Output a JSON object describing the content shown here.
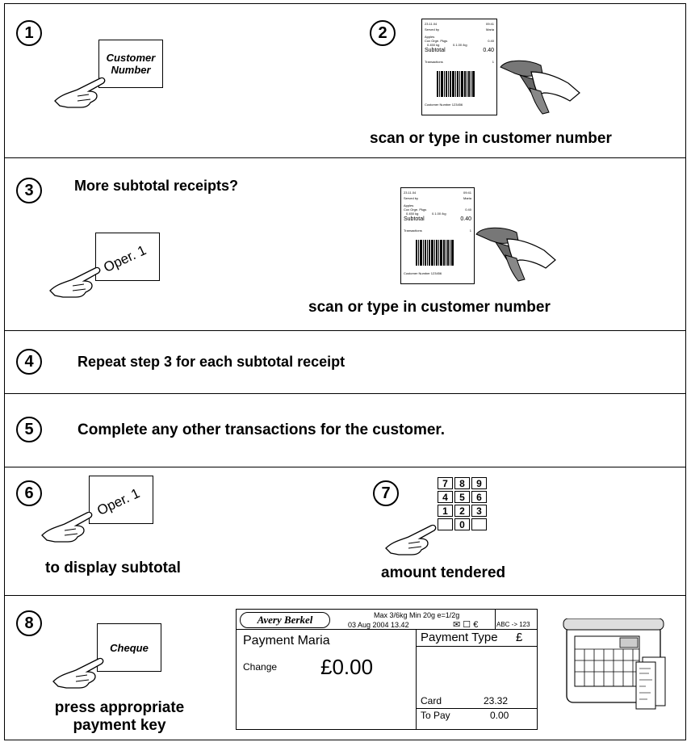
{
  "steps": {
    "s1": {
      "number": "1",
      "key_label_1": "Customer",
      "key_label_2": "Number"
    },
    "s2": {
      "number": "2",
      "caption": "scan or type in customer number",
      "receipt": {
        "date": "23.11.04",
        "time": "09:41",
        "served_by": "Served by",
        "operator": "Maria",
        "item_line_1": "Apples",
        "item_line_2": "Cox Orge. Pkgs",
        "weight": "0.450 kg",
        "unit_price": "0.1.00 /kg",
        "price": "0.40",
        "subtotal_label": "Subtotal",
        "subtotal_value": "0.40",
        "transactions_label": "Transactions",
        "transactions_value": "1",
        "customer_number": "Customer Number 123456"
      }
    },
    "s3": {
      "number": "3",
      "title": "More subtotal receipts?",
      "key_label": "Oper. 1",
      "caption": "scan or type in customer number",
      "receipt": {
        "date": "23.11.04",
        "time": "09:41",
        "served_by": "Served by",
        "operator": "Maria",
        "item_line_1": "Apples",
        "item_line_2": "Cox Orge. Pkgs",
        "weight": "0.450 kg",
        "unit_price": "0.1.00 /kg",
        "price": "0.40",
        "subtotal_label": "Subtotal",
        "subtotal_value": "0.40",
        "transactions_label": "Transactions",
        "transactions_value": "1",
        "customer_number": "Customer Number 123456"
      }
    },
    "s4": {
      "number": "4",
      "text": "Repeat step 3 for each subtotal receipt"
    },
    "s5": {
      "number": "5",
      "text": "Complete any other transactions for the customer."
    },
    "s6": {
      "number": "6",
      "key_label": "Oper. 1",
      "caption": "to display subtotal"
    },
    "s7": {
      "number": "7",
      "keys": [
        "7",
        "8",
        "9",
        "4",
        "5",
        "6",
        "1",
        "2",
        "3",
        "",
        "0",
        ""
      ],
      "caption": "amount tendered"
    },
    "s8": {
      "number": "8",
      "key_label": "Cheque",
      "caption_1": "press appropriate",
      "caption_2": "payment key",
      "display": {
        "brand": "Avery Berkel",
        "scale_info": "Max 3/6kg Min 20g e=1/2g",
        "datetime": "03 Aug 2004  13.42",
        "icons": "✉ ☐ €",
        "mode": "ABC -> 123",
        "payment_title": "Payment Maria",
        "change_label": "Change",
        "change_value": "£0.00",
        "payment_type_label": "Payment Type",
        "currency": "£",
        "card_label": "Card",
        "card_value": "23.32",
        "topay_label": "To Pay",
        "topay_value": "0.00"
      }
    }
  }
}
